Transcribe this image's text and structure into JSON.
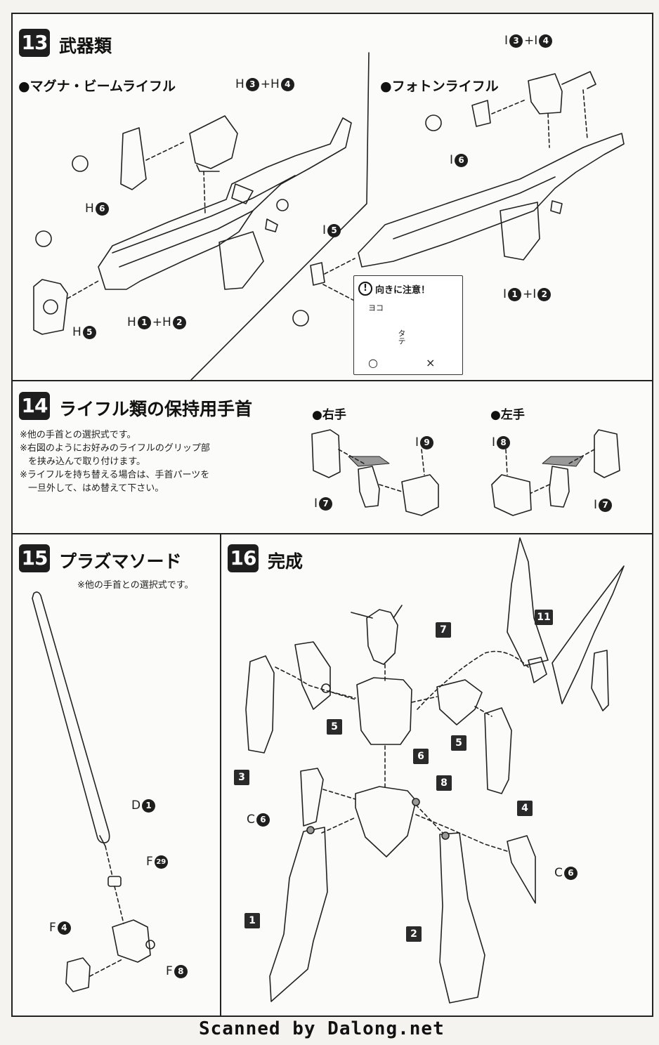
{
  "steps": {
    "s13": {
      "number": "13",
      "title": "武器類"
    },
    "s14": {
      "number": "14",
      "title": "ライフル類の保持用手首"
    },
    "s15": {
      "number": "15",
      "title": "プラズマソード"
    },
    "s16": {
      "number": "16",
      "title": "完成"
    }
  },
  "section13": {
    "magna_title": "●マグナ・ビームライフル",
    "photon_title": "●フォトンライフル",
    "labels": {
      "h3h4_prefix": "H",
      "h3h4_a": "3",
      "h3h4_plus": "+H",
      "h3h4_b": "4",
      "h6_prefix": "H",
      "h6": "6",
      "h5_prefix": "H",
      "h5": "5",
      "h1h2_prefix": "H",
      "h1h2_a": "1",
      "h1h2_plus": "+H",
      "h1h2_b": "2",
      "i3i4_prefix": "I",
      "i3i4_a": "3",
      "i3i4_plus": "+I",
      "i3i4_b": "4",
      "i6_prefix": "I",
      "i6": "6",
      "i5_prefix": "I",
      "i5": "5",
      "i1i2_prefix": "I",
      "i1i2_a": "1",
      "i1i2_plus": "+I",
      "i1i2_b": "2"
    },
    "caution": {
      "mark": "!",
      "title": "向きに注意！",
      "yoko": "ヨコ",
      "tate": "タテ",
      "ok": "○",
      "ng": "×"
    }
  },
  "section14": {
    "notes": [
      "※他の手首との選択式です。",
      "※右図のようにお好みのライフルのグリップ部",
      "を挟み込んで取り付けます。",
      "※ライフルを持ち替える場合は、手首パーツを",
      "一旦外して、はめ替えて下さい。"
    ],
    "right_hand": "●右手",
    "left_hand": "●左手",
    "labels": {
      "i9_prefix": "I",
      "i9": "9",
      "i7a_prefix": "I",
      "i7a": "7",
      "i8_prefix": "I",
      "i8": "8",
      "i7b_prefix": "I",
      "i7b": "7"
    }
  },
  "section15": {
    "note": "※他の手首との選択式です。",
    "labels": {
      "d1_prefix": "D",
      "d1": "1",
      "f29_prefix": "F",
      "f29": "29",
      "f4_prefix": "F",
      "f4": "4",
      "f8_prefix": "F",
      "f8": "8"
    }
  },
  "section16": {
    "parts": {
      "p1": "1",
      "p2": "2",
      "p3": "3",
      "p4": "4",
      "p5a": "5",
      "p5b": "5",
      "p6": "6",
      "p7": "7",
      "p8": "8",
      "p11": "11"
    },
    "labels": {
      "c6a_prefix": "C",
      "c6a": "6",
      "c6b_prefix": "C",
      "c6b": "6"
    }
  },
  "footer": {
    "credit": "Scanned by Dalong.net"
  }
}
